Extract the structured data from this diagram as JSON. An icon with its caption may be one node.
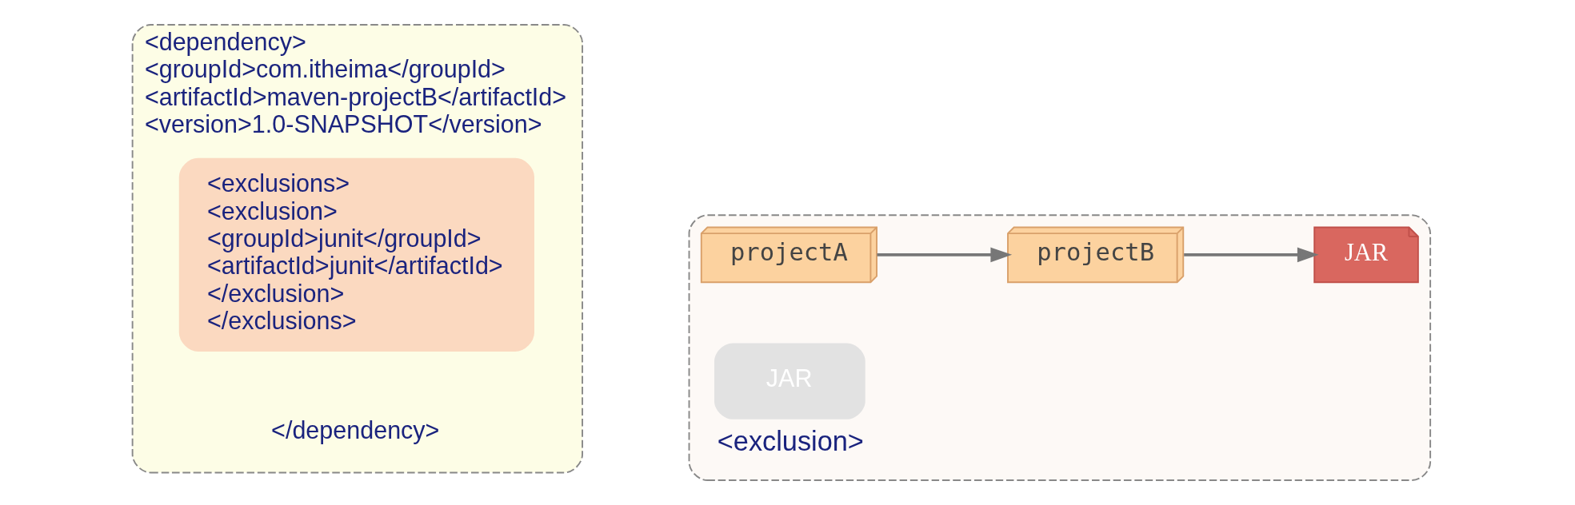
{
  "diagram": {
    "nodes": [
      {
        "text": [
          "<dependency>",
          "<groupId>com.itheima</groupId>",
          "<artifactId>maven-projectB</artifactId>",
          "<version>1.0-SNAPSHOT</version>",
          "</dependency>"
        ]
      },
      {
        "text": [
          "<exclusions>",
          "<exclusion>",
          "<groupId>junit</groupId>",
          "<artifactId>junit</artifactId>",
          "</exclusion>",
          "</exclusions>"
        ],
        "in": 0
      },
      {
        "text": [],
        "shape": "box"
      },
      {
        "text": [
          "projectA"
        ],
        "in": 2
      },
      {
        "text": [
          "projectB"
        ],
        "in": 2
      },
      {
        "text": [
          "JAR"
        ],
        "in": 2
      },
      {
        "text": [
          "JAR"
        ],
        "in": 2,
        "beside": [
          "<exclusion>"
        ]
      }
    ],
    "edges": [
      {
        "from": 3,
        "to": 4,
        "arrow": "to"
      },
      {
        "from": 4,
        "to": 5,
        "arrow": "to"
      }
    ]
  }
}
